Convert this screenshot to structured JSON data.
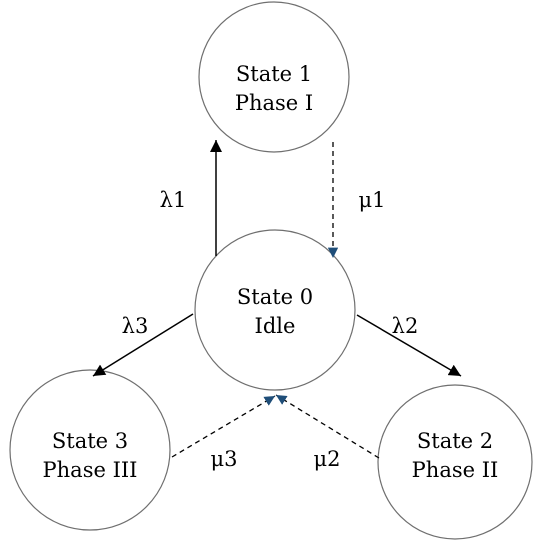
{
  "states": {
    "s1": {
      "line1": "State 1",
      "line2": "Phase I"
    },
    "s0": {
      "line1": "State 0",
      "line2": "Idle"
    },
    "s2": {
      "line1": "State 2",
      "line2": "Phase II"
    },
    "s3": {
      "line1": "State 3",
      "line2": "Phase III"
    }
  },
  "transitions": {
    "lambda1": "λ1",
    "mu1": "μ1",
    "lambda2": "λ2",
    "mu2": "μ2",
    "lambda3": "λ3",
    "mu3": "μ3"
  },
  "colors": {
    "stroke": "#6f6f6f",
    "arrow": "#000000",
    "dashed_arrow_head": "#1f4e79"
  }
}
